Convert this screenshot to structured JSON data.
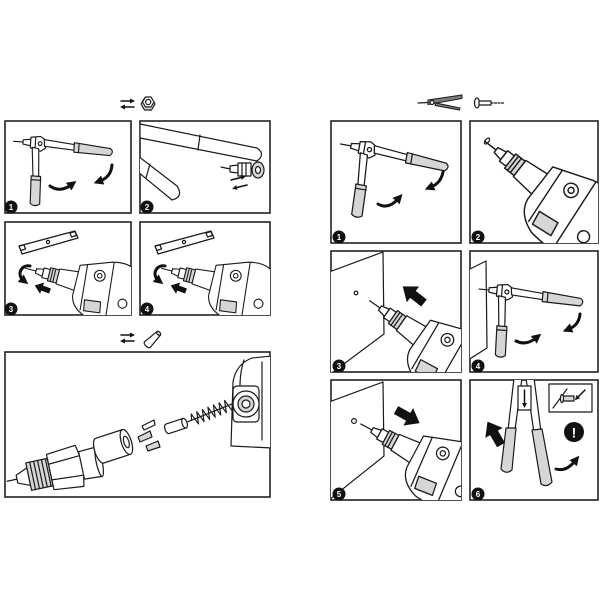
{
  "left_section": {
    "header_icons": [
      "swap-arrows-icon",
      "nut-icon"
    ],
    "steps": [
      {
        "number": "1"
      },
      {
        "number": "2"
      },
      {
        "number": "3"
      },
      {
        "number": "4"
      }
    ],
    "exploded_view_header_icons": [
      "swap-arrows-icon",
      "nozzle-cone-icon"
    ]
  },
  "right_section": {
    "header_icons": [
      "riveter-tool-icon",
      "rivet-icon"
    ],
    "steps": [
      {
        "number": "1"
      },
      {
        "number": "2"
      },
      {
        "number": "3"
      },
      {
        "number": "4"
      },
      {
        "number": "5"
      },
      {
        "number": "6"
      }
    ],
    "warning": {
      "symbol": "!"
    }
  },
  "colors": {
    "line": "#1a1a1a",
    "panel_border": "#222222",
    "grip_fill": "#d6d6d6",
    "badge": "#111111"
  }
}
